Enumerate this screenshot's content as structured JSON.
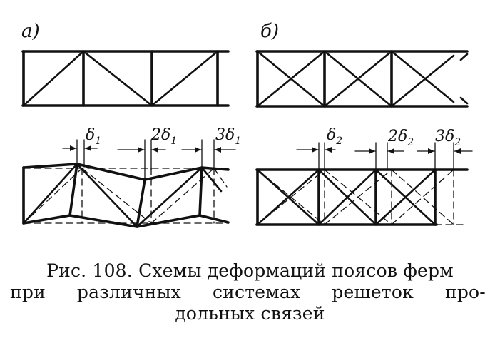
{
  "labels": {
    "variant_a": "а)",
    "variant_b": "б)",
    "delta1": "δ",
    "delta1_sub": "1",
    "two_delta1": "2δ",
    "two_delta1_sub": "1",
    "three_delta1": "3δ",
    "three_delta1_sub": "1",
    "delta2": "δ",
    "delta2_sub": "2",
    "two_delta2": "2δ",
    "two_delta2_sub": "2",
    "three_delta2": "3δ",
    "three_delta2_sub": "2"
  },
  "caption": {
    "line1": "Рис. 108. Схемы деформаций поясов ферм",
    "line2_words": [
      "при",
      "различных",
      "системах",
      "решеток",
      "про-"
    ],
    "line3": "дольных связей"
  }
}
